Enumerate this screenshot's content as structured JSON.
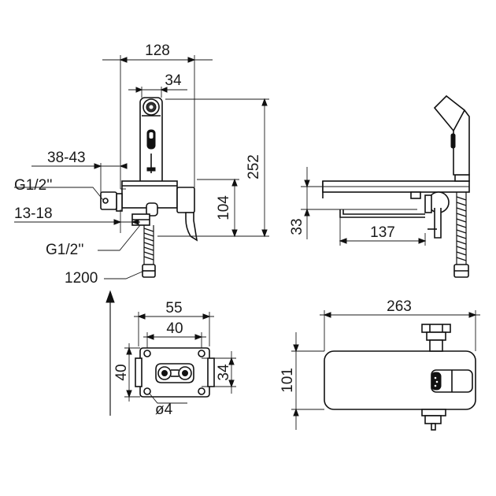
{
  "colors": {
    "line": "#111111",
    "background": "#ffffff"
  },
  "front_view": {
    "dim_width": "128",
    "dim_head": "34",
    "dim_height": "252",
    "dim_outlet": "104",
    "dim_range": "38-43",
    "dim_thread_top": "G1/2''",
    "dim_offset": "13-18",
    "dim_thread_bottom": "G1/2''",
    "dim_hose": "1200"
  },
  "side_view": {
    "dim_depth": "33",
    "dim_length": "137"
  },
  "plate_view": {
    "dim_outer_width": "55",
    "dim_inner_width": "40",
    "dim_height": "40",
    "dim_inner_height": "34",
    "dim_hole": "ø4"
  },
  "top_view": {
    "dim_length": "263",
    "dim_width": "101"
  }
}
